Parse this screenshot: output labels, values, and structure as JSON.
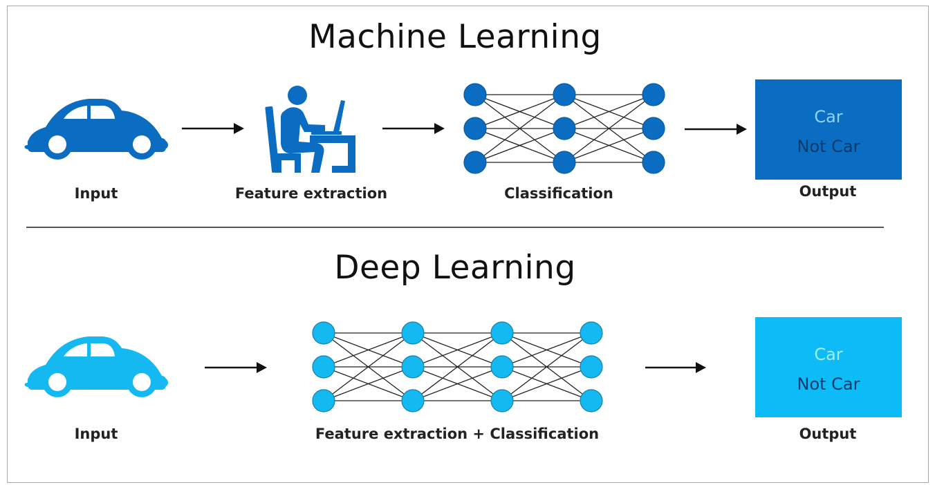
{
  "colors": {
    "ml_primary": "#0b6dc2",
    "dl_primary": "#13b9f0",
    "node_stroke_ml": "#0a5aa0",
    "node_stroke_dl": "#1a7fa6",
    "edge": "#222222",
    "ml_box_fill": "#0b6dc2",
    "dl_box_fill": "#0dbcf6",
    "car_text_ml": "#8fd3ff",
    "car_text_dl": "#a8ecff",
    "notcar_text": "#0b3a6e",
    "text": "#111111"
  },
  "machine_learning": {
    "title": "Machine Learning",
    "steps": [
      {
        "id": "input",
        "label": "Input",
        "icon": "car-icon"
      },
      {
        "id": "feature",
        "label": "Feature extraction",
        "icon": "person-at-laptop-icon"
      },
      {
        "id": "classify",
        "label": "Classification",
        "icon": "neural-network-icon"
      },
      {
        "id": "output",
        "label": "Output",
        "icon": "output-box"
      }
    ],
    "network": {
      "layers": 3,
      "nodes_per_layer": 3
    },
    "output": {
      "lines": [
        "Car",
        "Not Car"
      ]
    }
  },
  "deep_learning": {
    "title": "Deep Learning",
    "steps": [
      {
        "id": "input",
        "label": "Input",
        "icon": "car-icon"
      },
      {
        "id": "feature_classify",
        "label": "Feature extraction + Classification",
        "icon": "neural-network-icon"
      },
      {
        "id": "output",
        "label": "Output",
        "icon": "output-box"
      }
    ],
    "network": {
      "layers": 4,
      "nodes_per_layer": 3
    },
    "output": {
      "lines": [
        "Car",
        "Not Car"
      ]
    }
  }
}
